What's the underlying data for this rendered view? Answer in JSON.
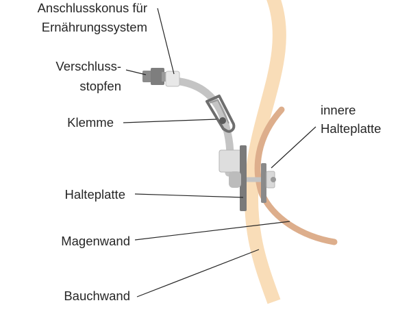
{
  "labels": {
    "anschlusskonus_line1": "Anschlusskonus für",
    "anschlusskonus_line2": "Ernährungssystem",
    "verschluss_line1": "Verschluss-",
    "verschluss_line2": "stopfen",
    "klemme": "Klemme",
    "innere_line1": "innere",
    "innere_line2": "Halteplatte",
    "halteplatte": "Halteplatte",
    "magenwand": "Magenwand",
    "bauchwand": "Bauchwand"
  },
  "colors": {
    "abdominal_wall": "#f9ddb8",
    "stomach_wall": "#ddae8c",
    "tube": "#c4c4c4",
    "plug": "#8b8b8b",
    "clamp": "#6e6e6e",
    "label_text": "#262626",
    "leader_line": "#262626"
  }
}
